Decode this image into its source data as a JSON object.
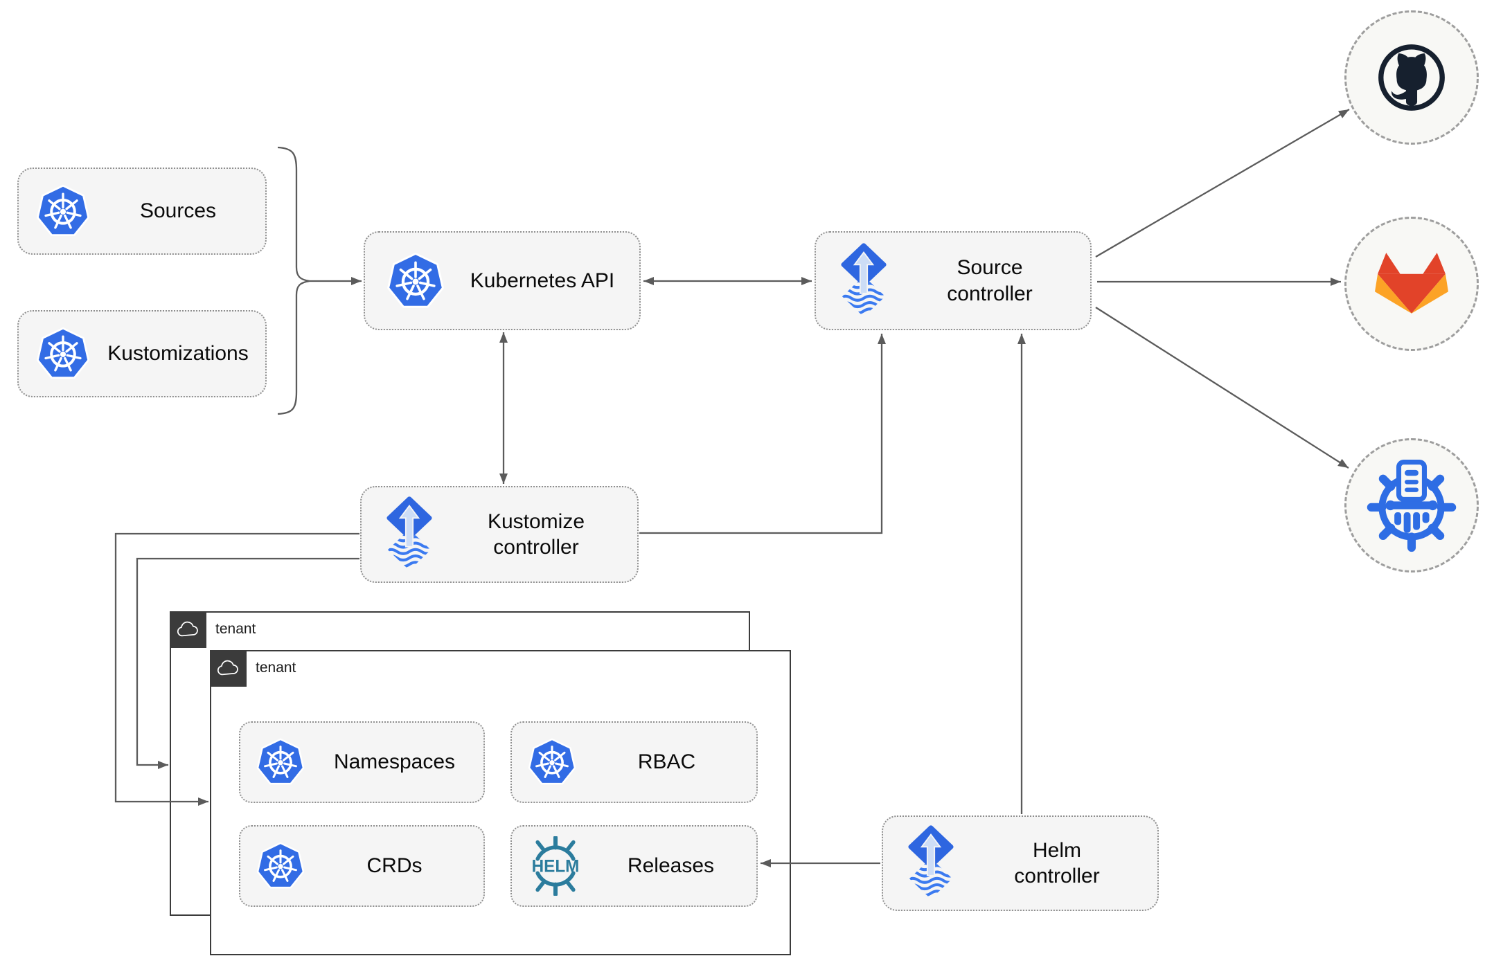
{
  "diagram": {
    "nodes": {
      "sources": {
        "label": "Sources"
      },
      "kustomizations": {
        "label": "Kustomizations"
      },
      "kubernetes_api": {
        "label": "Kubernetes API"
      },
      "source_controller": {
        "label": "Source controller"
      },
      "kustomize_controller": {
        "label": "Kustomize controller"
      },
      "helm_controller": {
        "label": "Helm controller"
      },
      "tenant_back": {
        "label": "tenant"
      },
      "tenant_front": {
        "label": "tenant"
      },
      "namespaces": {
        "label": "Namespaces"
      },
      "rbac": {
        "label": "RBAC"
      },
      "crds": {
        "label": "CRDs"
      },
      "releases": {
        "label": "Releases"
      },
      "github": {
        "icon": "github-icon"
      },
      "gitlab": {
        "icon": "gitlab-icon"
      },
      "manifest_registry": {
        "icon": "manifest-registry-icon"
      }
    },
    "edges": [
      {
        "from": "sources+kustomizations",
        "to": "kubernetes_api",
        "type": "brace-arrow"
      },
      {
        "from": "kubernetes_api",
        "to": "source_controller",
        "type": "double-arrow"
      },
      {
        "from": "kubernetes_api",
        "to": "kustomize_controller",
        "type": "double-arrow"
      },
      {
        "from": "kustomize_controller",
        "to": "source_controller",
        "type": "arrow"
      },
      {
        "from": "kustomize_controller",
        "to": "tenant_front",
        "type": "arrow"
      },
      {
        "from": "kustomize_controller",
        "to": "tenant_back",
        "type": "arrow"
      },
      {
        "from": "helm_controller",
        "to": "source_controller",
        "type": "arrow"
      },
      {
        "from": "helm_controller",
        "to": "releases",
        "type": "arrow"
      },
      {
        "from": "source_controller",
        "to": "github",
        "type": "arrow"
      },
      {
        "from": "source_controller",
        "to": "gitlab",
        "type": "arrow"
      },
      {
        "from": "source_controller",
        "to": "manifest_registry",
        "type": "arrow"
      }
    ],
    "colors": {
      "kubernetes_blue": "#326ce5",
      "flux_blue": "#2e66e0",
      "flux_arrow_light": "#cdddf6",
      "helm_teal": "#2b7c9d",
      "github_dark": "#16202e",
      "gitlab_red": "#e24329",
      "gitlab_orange": "#fca326",
      "registry_blue": "#2e6de4",
      "connector_gray": "#5b5b5b",
      "node_background": "#f5f5f5",
      "tenant_border": "#3b3b3b"
    }
  }
}
